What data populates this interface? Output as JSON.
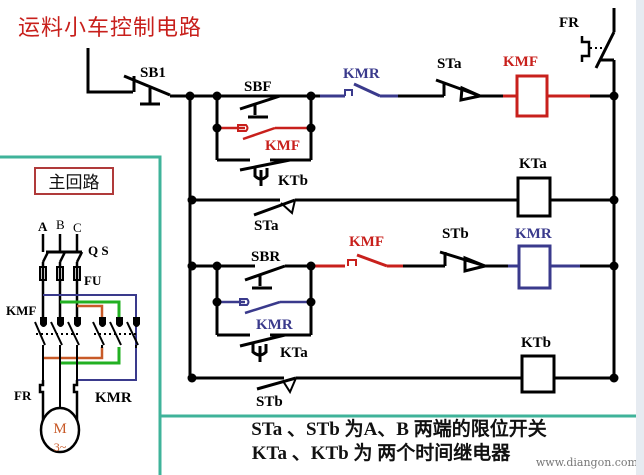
{
  "title": "运料小车控制电路",
  "main_circuit": {
    "heading": "主回路",
    "phase_labels": [
      "A",
      "B",
      "C"
    ],
    "switch_label": "Q S",
    "fuse_label": "FU",
    "contactor_forward": "KMF",
    "contactor_reverse": "KMR",
    "overload_label": "FR",
    "motor_label": "M",
    "motor_phase": "3~"
  },
  "control_circuit": {
    "stop_button": "SB1",
    "overload_contact": "FR",
    "rung1": {
      "start_button": "SBF",
      "holding_contact": "KMF",
      "timer_contact": "KTb",
      "interlock_contact": "KMR",
      "limit_switch": "STa",
      "coil": "KMF"
    },
    "rung2": {
      "limit_switch": "STa",
      "coil": "KTa"
    },
    "rung3": {
      "start_button": "SBR",
      "holding_contact": "KMR",
      "timer_contact": "KTa",
      "interlock_contact": "KMF",
      "limit_switch": "STb",
      "coil": "KMR"
    },
    "rung4": {
      "limit_switch": "STb",
      "coil": "KTb"
    }
  },
  "caption": {
    "line1": "STa 、STb 为A、B 两端的限位开关",
    "line2": "KTa 、KTb 为 两个时间继电器"
  },
  "watermark": "www.diangon.com",
  "colors": {
    "title": "#c8201c",
    "kmf": "#c8201c",
    "kmr": "#3a3a8c",
    "frame": "#3fb39a",
    "wire": "#000000",
    "green_wire": "#22b022",
    "orange_wire": "#c85a28"
  }
}
